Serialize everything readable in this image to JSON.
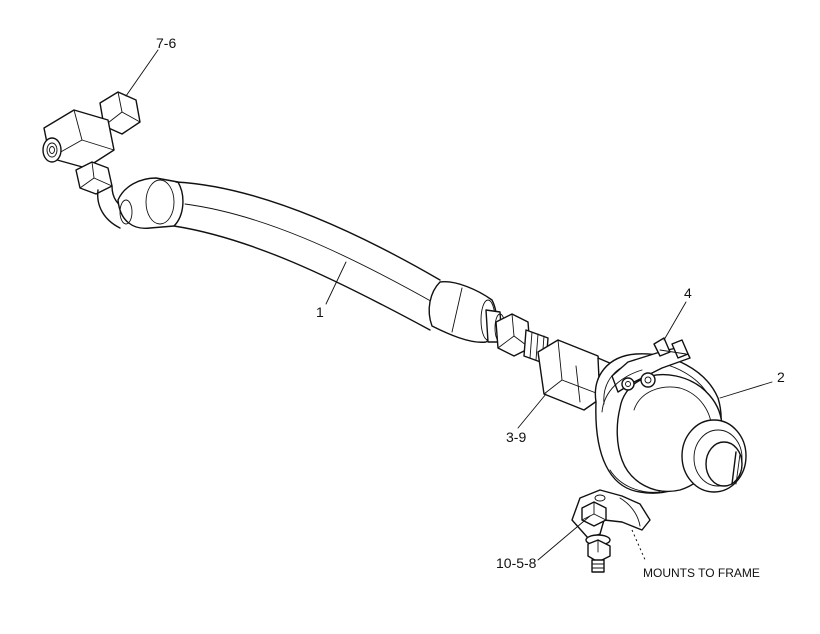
{
  "callouts": {
    "c7_6": "7-6",
    "c1": "1",
    "c4": "4",
    "c2": "2",
    "c3_9": "3-9",
    "c10_5_8": "10-5-8"
  },
  "notes": {
    "mount": "MOUNTS TO FRAME"
  },
  "colors": {
    "line": "#111111",
    "background": "#ffffff"
  }
}
